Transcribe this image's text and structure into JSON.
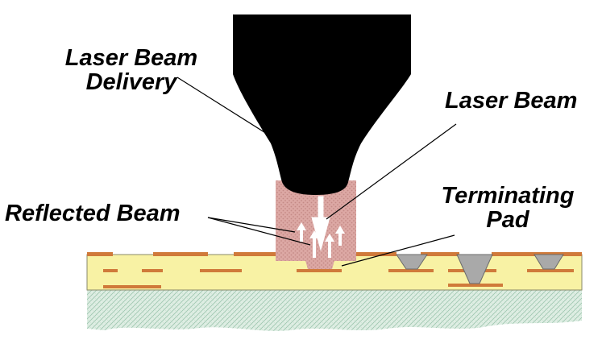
{
  "labels": {
    "laser_beam_delivery": [
      "Laser Beam",
      "Delivery"
    ],
    "laser_beam": "Laser Beam",
    "reflected_beam": "Reflected Beam",
    "terminating_pad": [
      "Terminating",
      "Pad"
    ]
  },
  "colors": {
    "background": "#ffffff",
    "nozzle": "#000000",
    "beam": "#d9a09c",
    "beam_hatch": "#c48a86",
    "substrate": "#f8f2a4",
    "copper": "#d07a3a",
    "via": "#a9a9a9",
    "base": "#dfeee4",
    "base_hatch": "#9cc6ae",
    "arrow": "#ffffff",
    "leader": "#000000"
  }
}
